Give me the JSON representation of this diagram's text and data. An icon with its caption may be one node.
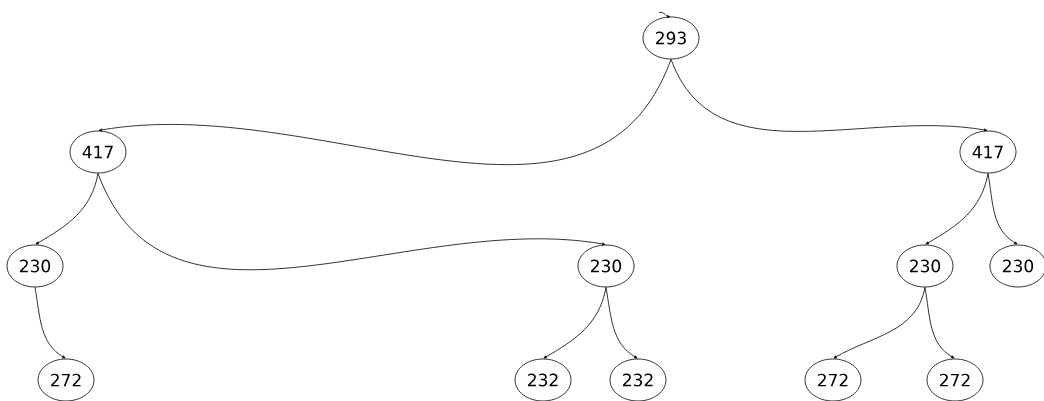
{
  "diagram": {
    "nodes": [
      {
        "text": [
          "293"
        ]
      },
      {
        "text": [
          "417"
        ]
      },
      {
        "text": [
          "417"
        ]
      },
      {
        "text": [
          "230"
        ]
      },
      {
        "text": [
          "230"
        ]
      },
      {
        "text": [
          "230"
        ]
      },
      {
        "text": [
          "230"
        ]
      },
      {
        "text": [
          "272"
        ]
      },
      {
        "text": [
          "232"
        ]
      },
      {
        "text": [
          "232"
        ]
      },
      {
        "text": [
          "272"
        ]
      },
      {
        "text": [
          "272"
        ]
      }
    ],
    "edges": [
      {
        "from": null,
        "to": 0,
        "arrow": "to"
      },
      {
        "from": 0,
        "to": 1,
        "arrow": "to"
      },
      {
        "from": 0,
        "to": 2,
        "arrow": "to"
      },
      {
        "from": 1,
        "to": 3,
        "arrow": "to"
      },
      {
        "from": 1,
        "to": 4,
        "arrow": "to"
      },
      {
        "from": 2,
        "to": 5,
        "arrow": "to"
      },
      {
        "from": 2,
        "to": 6,
        "arrow": "to"
      },
      {
        "from": 3,
        "to": 7,
        "arrow": "to"
      },
      {
        "from": 4,
        "to": 8,
        "arrow": "to"
      },
      {
        "from": 4,
        "to": 9,
        "arrow": "to"
      },
      {
        "from": 5,
        "to": 10,
        "arrow": "to"
      },
      {
        "from": 5,
        "to": 11,
        "arrow": "to"
      }
    ]
  }
}
